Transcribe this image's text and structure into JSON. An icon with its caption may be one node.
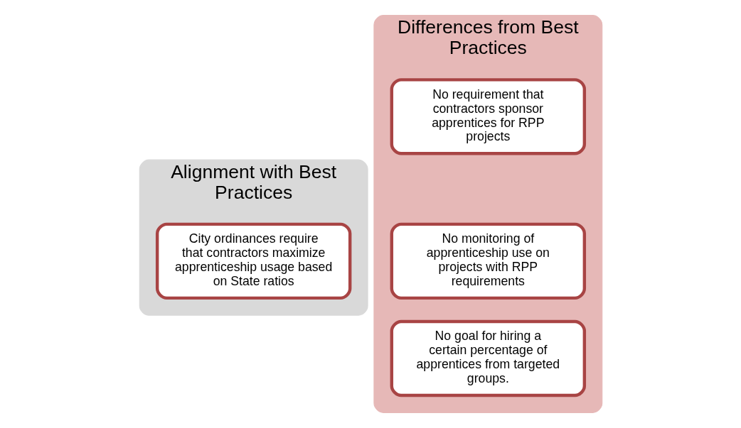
{
  "diagram": {
    "nodes": [
      {
        "text": [
          "Alignment with Best Practices"
        ]
      },
      {
        "text": [
          "City ordinances require that contractors maximize apprenticeship usage based on State ratios"
        ],
        "in": 0
      },
      {
        "text": [
          "Differences from Best Practices"
        ]
      },
      {
        "text": [
          "No requirement that contractors sponsor apprentices for RPP projects"
        ],
        "in": 2
      },
      {
        "text": [
          "No monitoring of apprenticeship use on projects with RPP requirements"
        ],
        "in": 2
      },
      {
        "text": [
          "No goal for hiring a certain percentage of apprentices from targeted groups."
        ],
        "in": 2
      }
    ],
    "edges": []
  }
}
